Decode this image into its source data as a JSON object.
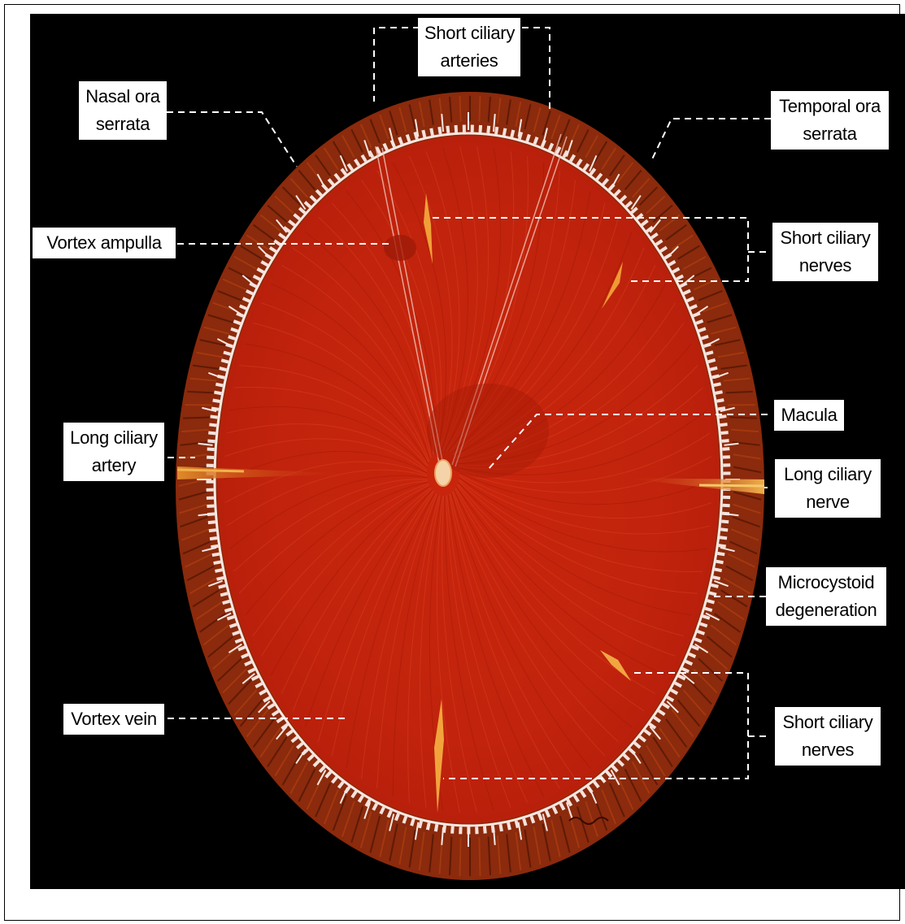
{
  "colors": {
    "background": "#000000",
    "retina": "#c1230c",
    "rim": "#8b2a0c",
    "ora_edge": "#f4e2dc",
    "nerve": "#f1a03a",
    "label_bg": "#ffffff"
  },
  "labels": {
    "short_ciliary_arteries": [
      "Short ciliary",
      "arteries"
    ],
    "nasal_ora_serrata": [
      "Nasal ora",
      "serrata"
    ],
    "temporal_ora_serrata": [
      "Temporal ora",
      "serrata"
    ],
    "vortex_ampulla": [
      "Vortex ampulla"
    ],
    "short_ciliary_nerves_upper": [
      "Short ciliary",
      "nerves"
    ],
    "macula": [
      "Macula"
    ],
    "long_ciliary_artery": [
      "Long ciliary",
      "artery"
    ],
    "long_ciliary_nerve": [
      "Long ciliary",
      "nerve"
    ],
    "microcystoid_degeneration": [
      "Microcystoid",
      "degeneration"
    ],
    "vortex_vein": [
      "Vortex vein"
    ],
    "short_ciliary_nerves_lower": [
      "Short ciliary",
      "nerves"
    ]
  }
}
